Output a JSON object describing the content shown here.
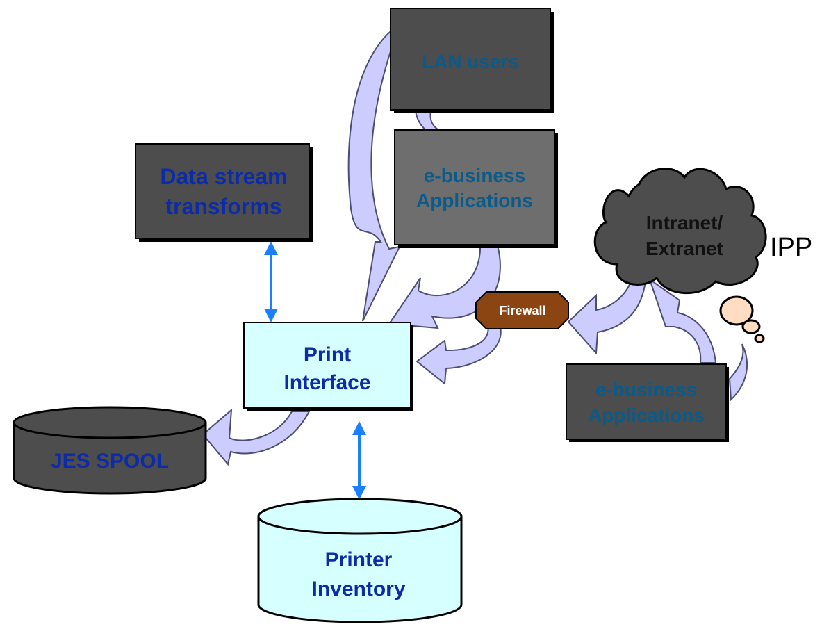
{
  "colors": {
    "dark_box": "#4d4d4d",
    "medium_box": "#6e6e6e",
    "light_cyan": "#d6ffff",
    "arrow_fill": "#ccccff",
    "arrow_stroke": "#4d4d73",
    "blue_text": "#0b2ba8",
    "teal_text": "#0a5a8a",
    "double_arrow": "#1a80ff",
    "firewall": "#8b4513"
  },
  "nodes": {
    "lan_users": {
      "label": "LAN users"
    },
    "ebusiness_top": {
      "line1": "e-business",
      "line2": "Applications"
    },
    "data_stream": {
      "line1": "Data stream",
      "line2": "transforms"
    },
    "intranet": {
      "line1": "Intranet/",
      "line2": "Extranet"
    },
    "ipp": {
      "label": "IPP"
    },
    "firewall": {
      "label": "Firewall"
    },
    "print_interface": {
      "line1": "Print",
      "line2": "Interface"
    },
    "ebusiness_right": {
      "line1": "e-business",
      "line2": "Applications"
    },
    "jes_spool": {
      "label": "JES SPOOL"
    },
    "printer_inventory": {
      "line1": "Printer",
      "line2": "Inventory"
    }
  }
}
